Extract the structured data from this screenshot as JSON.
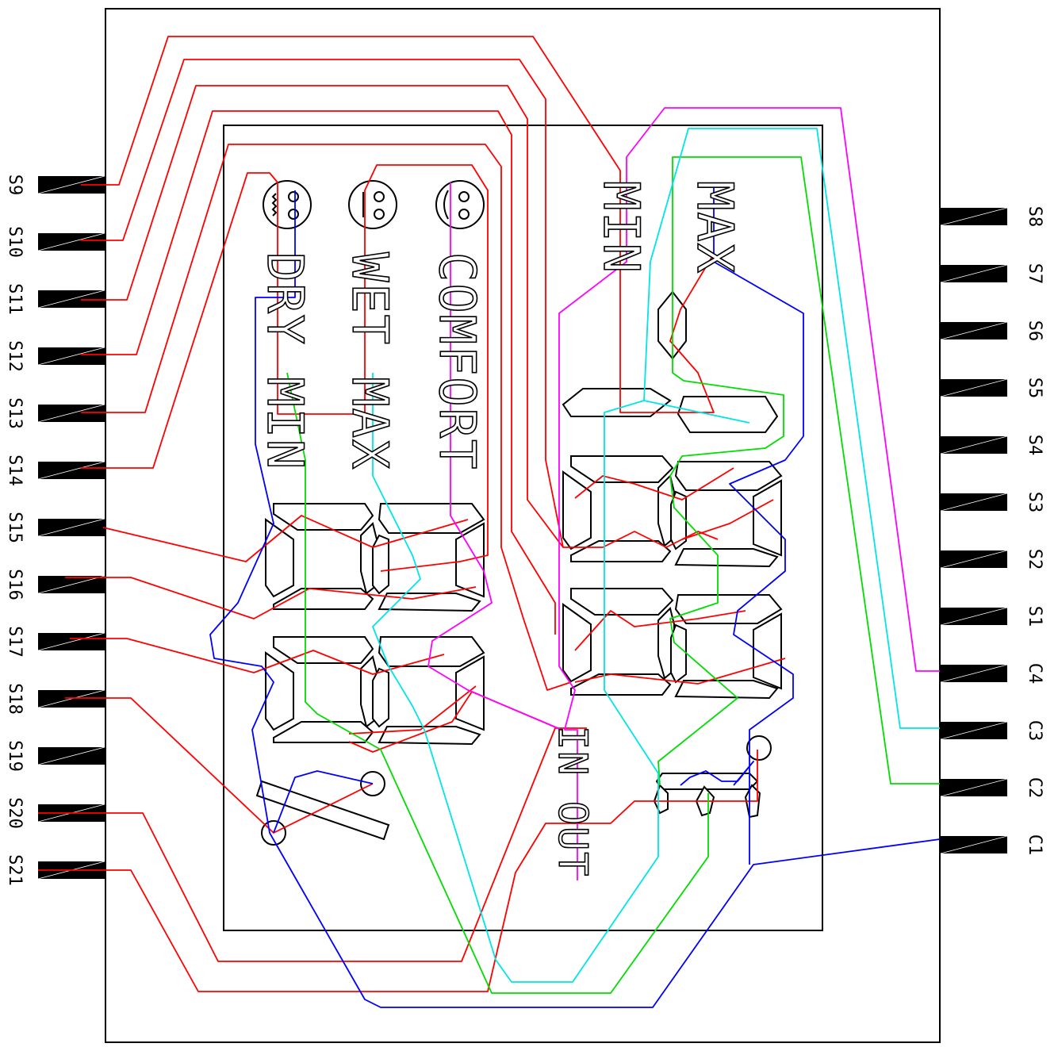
{
  "left_pins": [
    "S9",
    "S10",
    "S11",
    "S12",
    "S13",
    "S14",
    "S15",
    "S16",
    "S17",
    "S18",
    "S19",
    "S20",
    "S21"
  ],
  "right_pins": [
    "S8",
    "S7",
    "S6",
    "S5",
    "S4",
    "S3",
    "S2",
    "S1",
    "C4",
    "C3",
    "C2",
    "C1"
  ],
  "labels": {
    "comfort": "COMFORT",
    "wet_max": "WET MAX",
    "dry_min": "DRY MIN",
    "min": "MIN",
    "max": "MAX",
    "in": "IN",
    "out": "OUT"
  },
  "colors": {
    "outline": "#000000",
    "red": "#ff0000",
    "blue": "#0000ff",
    "green": "#00dd00",
    "cyan": "#00e5e5",
    "magenta": "#ff00ff"
  },
  "icons": [
    "comfort-face-icon",
    "wet-face-icon",
    "dry-face-icon"
  ]
}
